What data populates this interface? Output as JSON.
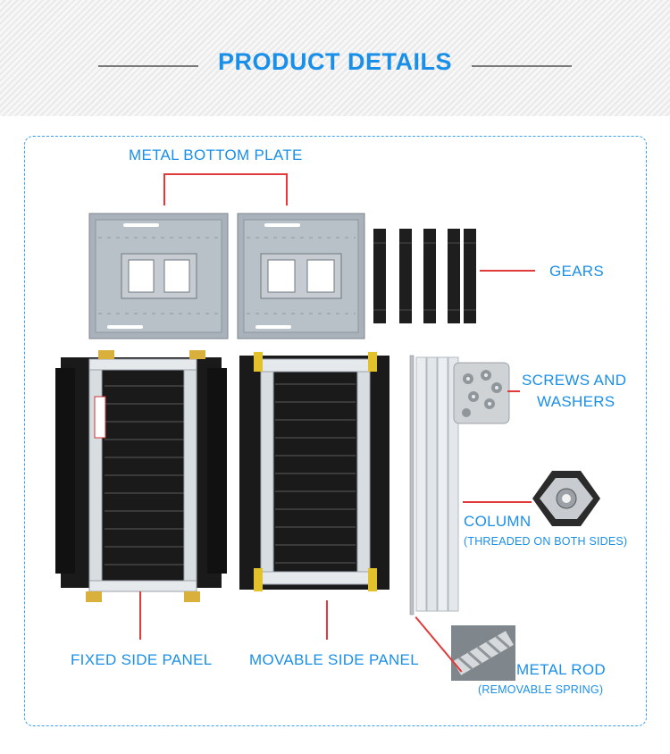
{
  "header": {
    "title": "PRODUCT DETAILS"
  },
  "labels": {
    "bottom_plate": "METAL BOTTOM PLATE",
    "gears": "GEARS",
    "screws_line1": "SCREWS AND",
    "screws_line2": "WASHERS",
    "column": "COLUMN",
    "column_sub": "(THREADED ON BOTH SIDES)",
    "fixed_panel": "FIXED SIDE PANEL",
    "movable_panel": "MOVABLE SIDE PANEL",
    "metal_rod": "METAL ROD",
    "metal_rod_sub": "(REMOVABLE SPRING)"
  },
  "colors": {
    "accent": "#1a8fe8",
    "callout": "#e03a3a"
  }
}
